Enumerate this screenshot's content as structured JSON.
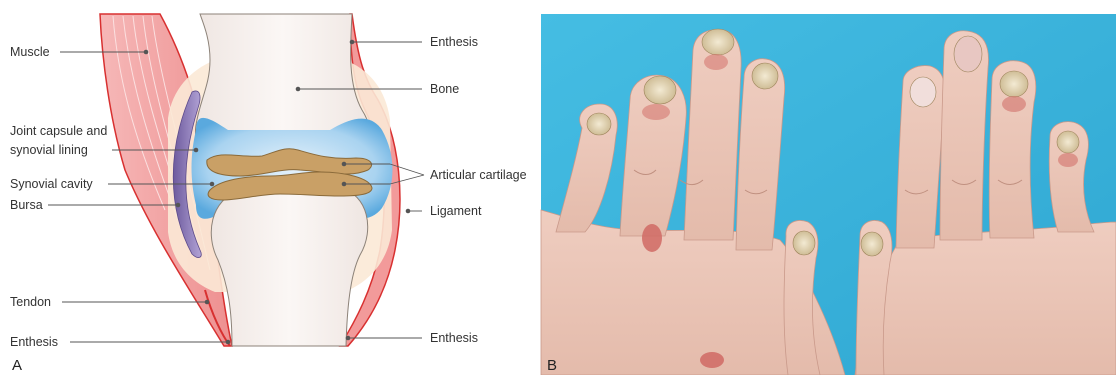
{
  "panel_a": {
    "letter": "A",
    "labels": {
      "muscle": "Muscle",
      "joint_capsule_line1": "Joint capsule and",
      "joint_capsule_line2": "synovial lining",
      "synovial_cavity": "Synovial cavity",
      "bursa": "Bursa",
      "tendon": "Tendon",
      "enthesis_left_bottom": "Enthesis",
      "enthesis_right_top": "Enthesis",
      "bone": "Bone",
      "articular_cartilage": "Articular cartilage",
      "ligament": "Ligament",
      "enthesis_right_bottom": "Enthesis"
    },
    "colors": {
      "muscle": "#f2a0a0",
      "muscle_outline": "#d83030",
      "bone": "#f6efeb",
      "cartilage": "#c9a066",
      "synovial_fluid": "#8fc4e8",
      "bursa": "#8e79b8",
      "capsule": "#fbe9d6"
    }
  },
  "panel_b": {
    "letter": "B",
    "photo_background": "#3cb4dc",
    "skin_tone": "#e9c6b8"
  }
}
